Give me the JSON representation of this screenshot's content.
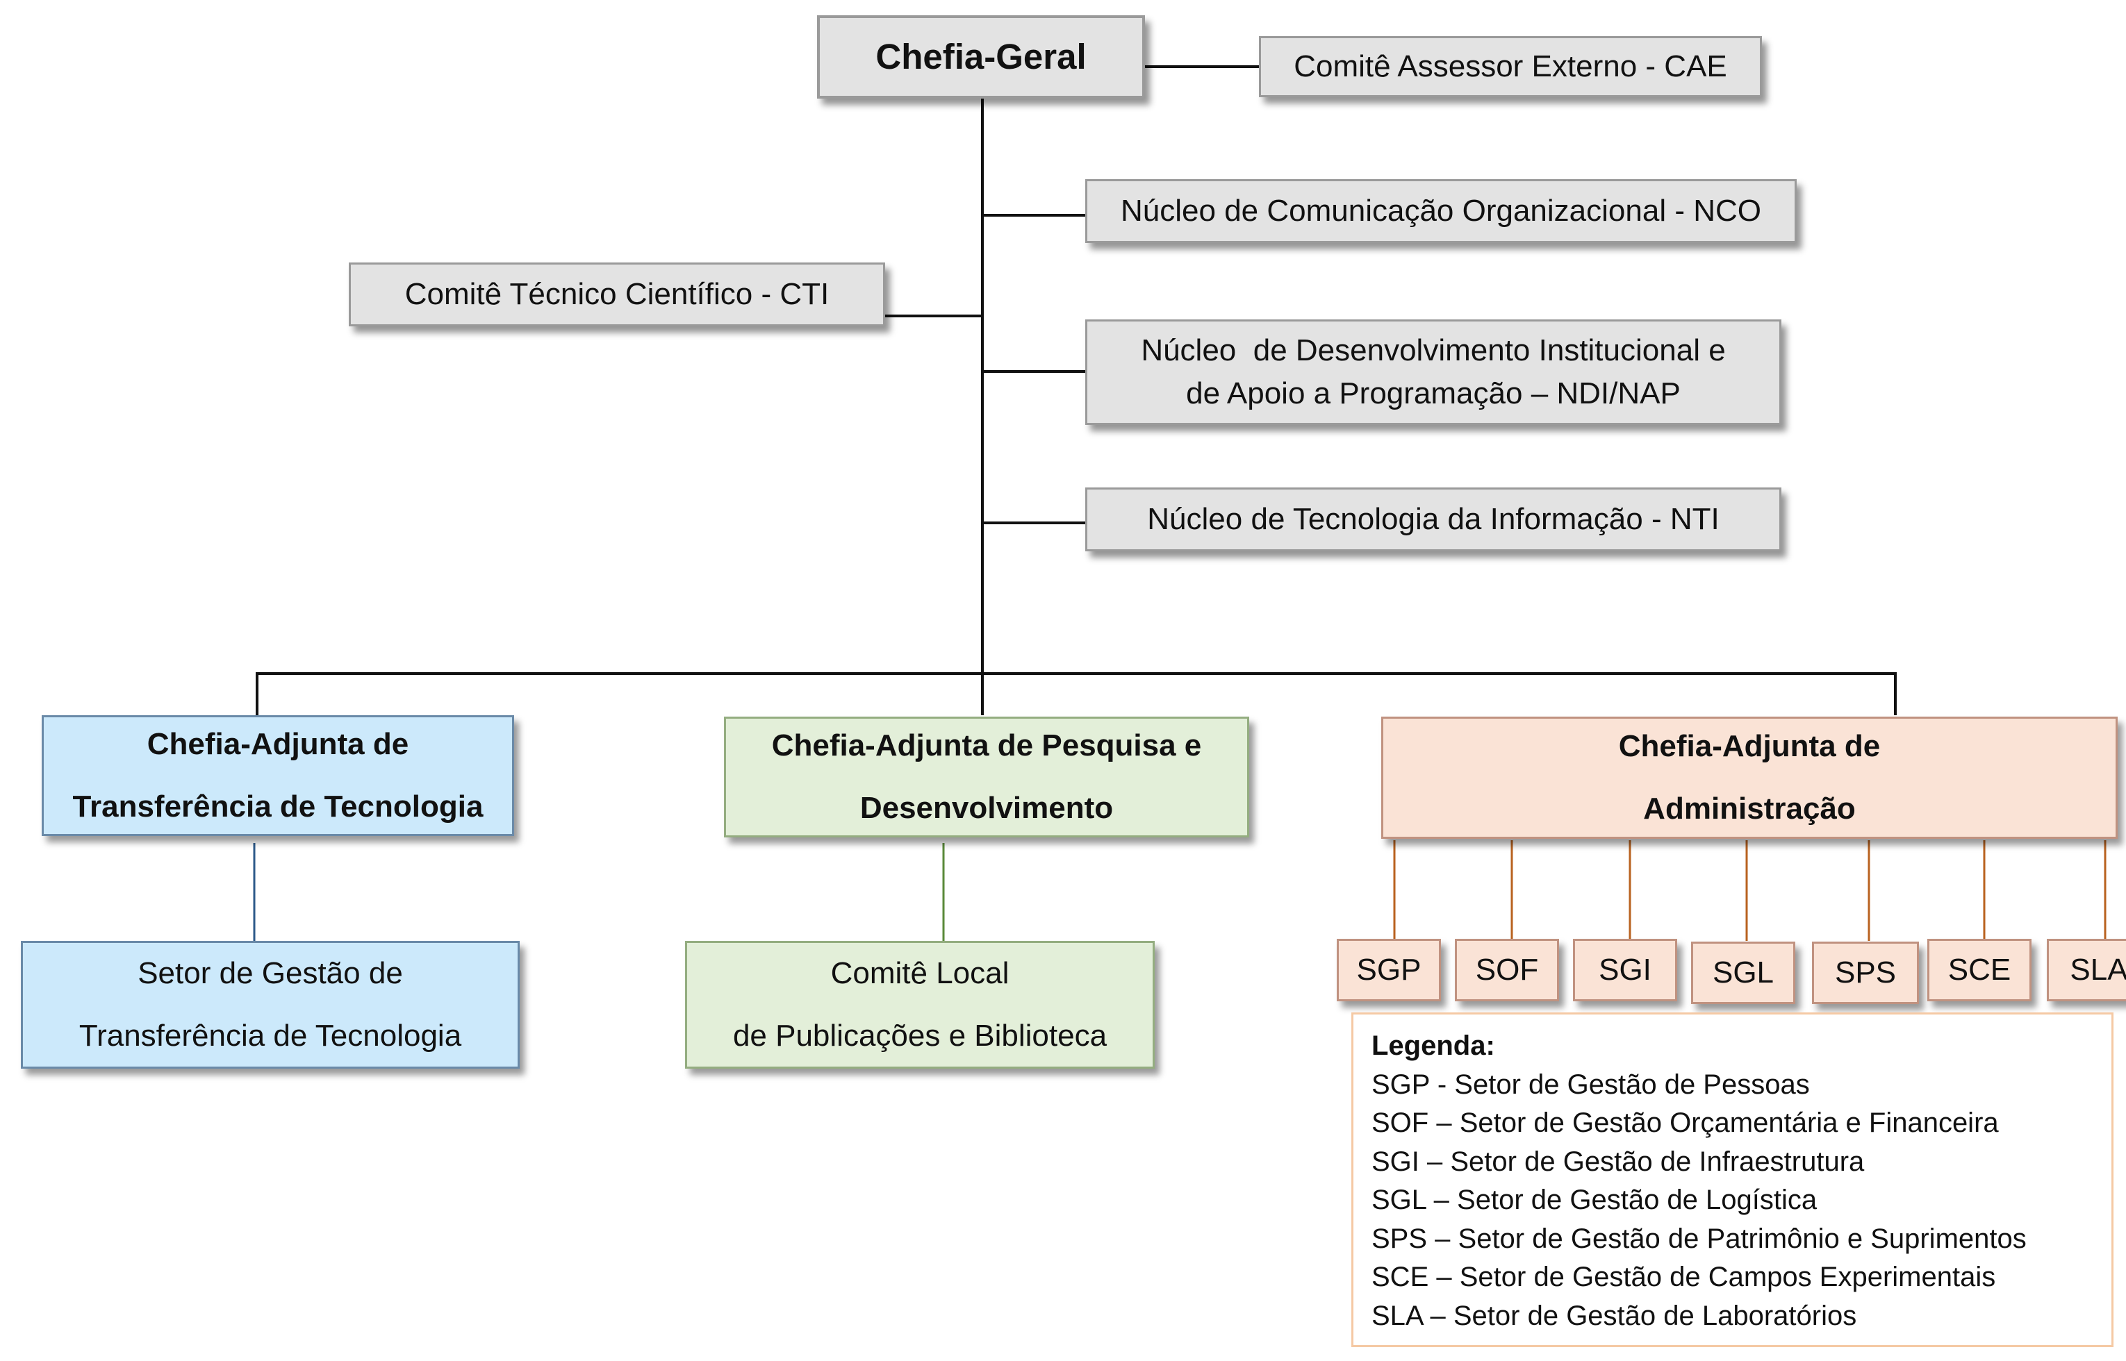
{
  "nodes": {
    "chefia_geral": "Chefia-Geral",
    "cae": "Comitê Assessor Externo - CAE",
    "nco": "Núcleo de Comunicação Organizacional - NCO",
    "cti": "Comitê Técnico Científico - CTI",
    "ndi_nap": [
      "Núcleo  de Desenvolvimento Institucional e",
      "de Apoio a Programação – NDI/NAP"
    ],
    "nti": "Núcleo de Tecnologia da Informação - NTI",
    "adj_tt": [
      "Chefia-Adjunta de",
      "Transferência de Tecnologia"
    ],
    "adj_pd": [
      "Chefia-Adjunta de Pesquisa e",
      "Desenvolvimento"
    ],
    "adj_adm": [
      "Chefia-Adjunta de",
      "Administração"
    ],
    "setor_tt": [
      "Setor de Gestão de",
      "Transferência de Tecnologia"
    ],
    "comite_local": [
      "Comitê Local",
      "de Publicações e Biblioteca"
    ]
  },
  "sectors": [
    "SGP",
    "SOF",
    "SGI",
    "SGL",
    "SPS",
    "SCE",
    "SLA"
  ],
  "legend": {
    "title": "Legenda:",
    "items": [
      "SGP - Setor de Gestão de Pessoas",
      "SOF – Setor de Gestão Orçamentária e Financeira",
      "SGI – Setor de Gestão de Infraestrutura",
      "SGL – Setor de Gestão de Logística",
      "SPS – Setor de Gestão de Patrimônio e Suprimentos",
      "SCE – Setor de Gestão de Campos Experimentais",
      "SLA – Setor de Gestão de Laboratórios"
    ]
  },
  "colors": {
    "connector": "#111111",
    "blue_connector": "#2d5a8a",
    "green_connector": "#5a8a3a",
    "orange_connector": "#b9621f"
  }
}
